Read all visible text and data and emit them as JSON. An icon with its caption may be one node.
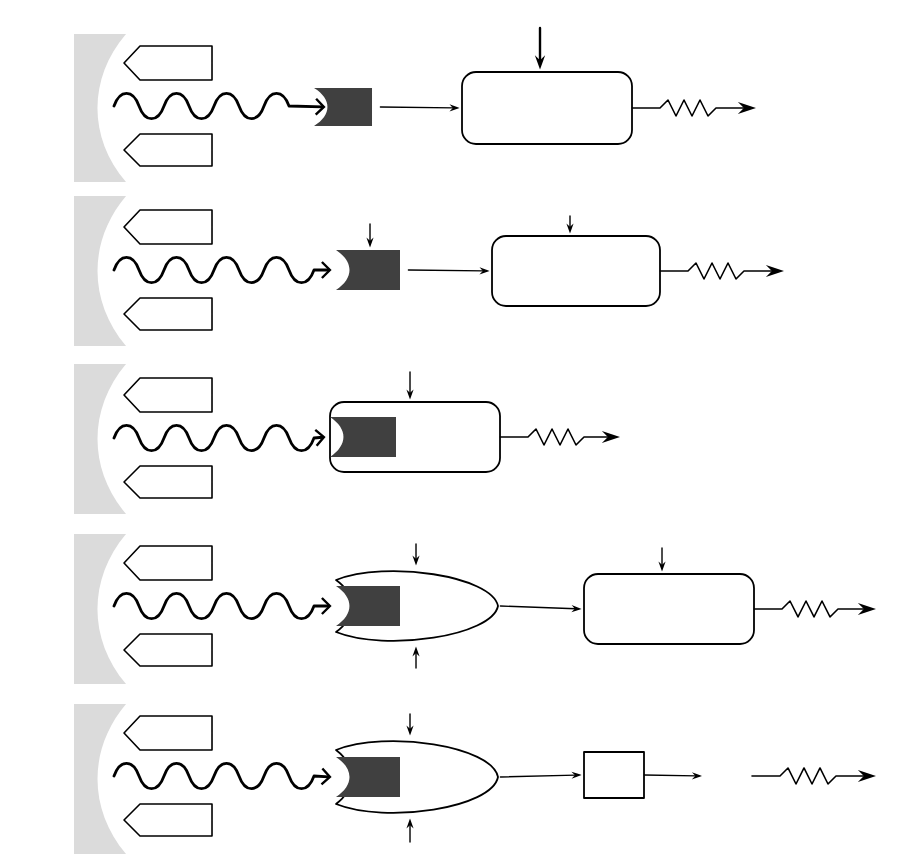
{
  "diagram": {
    "nodes": [
      {
        "text": [],
        "shape": "block"
      },
      {
        "text": [],
        "shape": "box"
      },
      {
        "text": [],
        "shape": "block"
      },
      {
        "text": [],
        "shape": "box"
      },
      {
        "text": [],
        "shape": "box"
      },
      {
        "text": [],
        "shape": "block",
        "in": 4
      },
      {
        "text": [],
        "shape": "ellipse"
      },
      {
        "text": [],
        "shape": "block",
        "in": 6
      },
      {
        "text": [],
        "shape": "box"
      },
      {
        "text": [],
        "shape": "ellipse"
      },
      {
        "text": [],
        "shape": "block",
        "in": 9
      },
      {
        "text": [],
        "shape": "box"
      }
    ],
    "edges": [
      {
        "from": null,
        "to": 0,
        "arrow": "to"
      },
      {
        "from": 0,
        "to": 1,
        "arrow": "to"
      },
      {
        "from": null,
        "to": 1,
        "arrow": "to"
      },
      {
        "from": 1,
        "to": null,
        "arrow": "to"
      },
      {
        "from": null,
        "to": 2,
        "arrow": "to"
      },
      {
        "from": null,
        "to": 2,
        "arrow": "to"
      },
      {
        "from": 2,
        "to": 3,
        "arrow": "to"
      },
      {
        "from": null,
        "to": 3,
        "arrow": "to"
      },
      {
        "from": 3,
        "to": null,
        "arrow": "to"
      },
      {
        "from": null,
        "to": 5,
        "arrow": "to"
      },
      {
        "from": null,
        "to": 4,
        "arrow": "to"
      },
      {
        "from": 4,
        "to": null,
        "arrow": "to"
      },
      {
        "from": null,
        "to": 7,
        "arrow": "to"
      },
      {
        "from": null,
        "to": 6,
        "arrow": "to"
      },
      {
        "from": null,
        "to": 6,
        "arrow": "to"
      },
      {
        "from": 6,
        "to": 8,
        "arrow": "to"
      },
      {
        "from": null,
        "to": 8,
        "arrow": "to"
      },
      {
        "from": 8,
        "to": null,
        "arrow": "to"
      },
      {
        "from": null,
        "to": 10,
        "arrow": "to"
      },
      {
        "from": null,
        "to": 9,
        "arrow": "to"
      },
      {
        "from": null,
        "to": 9,
        "arrow": "to"
      },
      {
        "from": 9,
        "to": 11,
        "arrow": "to"
      },
      {
        "from": 11,
        "to": null,
        "arrow": "to"
      }
    ]
  }
}
